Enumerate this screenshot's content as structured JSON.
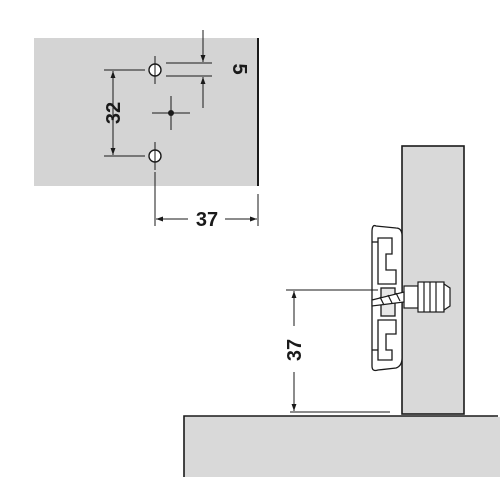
{
  "colors": {
    "plate_fill": "#d4d4d4",
    "panel_fill": "#d9d9d9",
    "line": "#1a1a1a",
    "background": "#ffffff"
  },
  "drilling_pattern": {
    "hole_spacing": "32",
    "vertical_offset": "5",
    "edge_distance": "37"
  },
  "mounting_view": {
    "height_from_base": "37"
  }
}
